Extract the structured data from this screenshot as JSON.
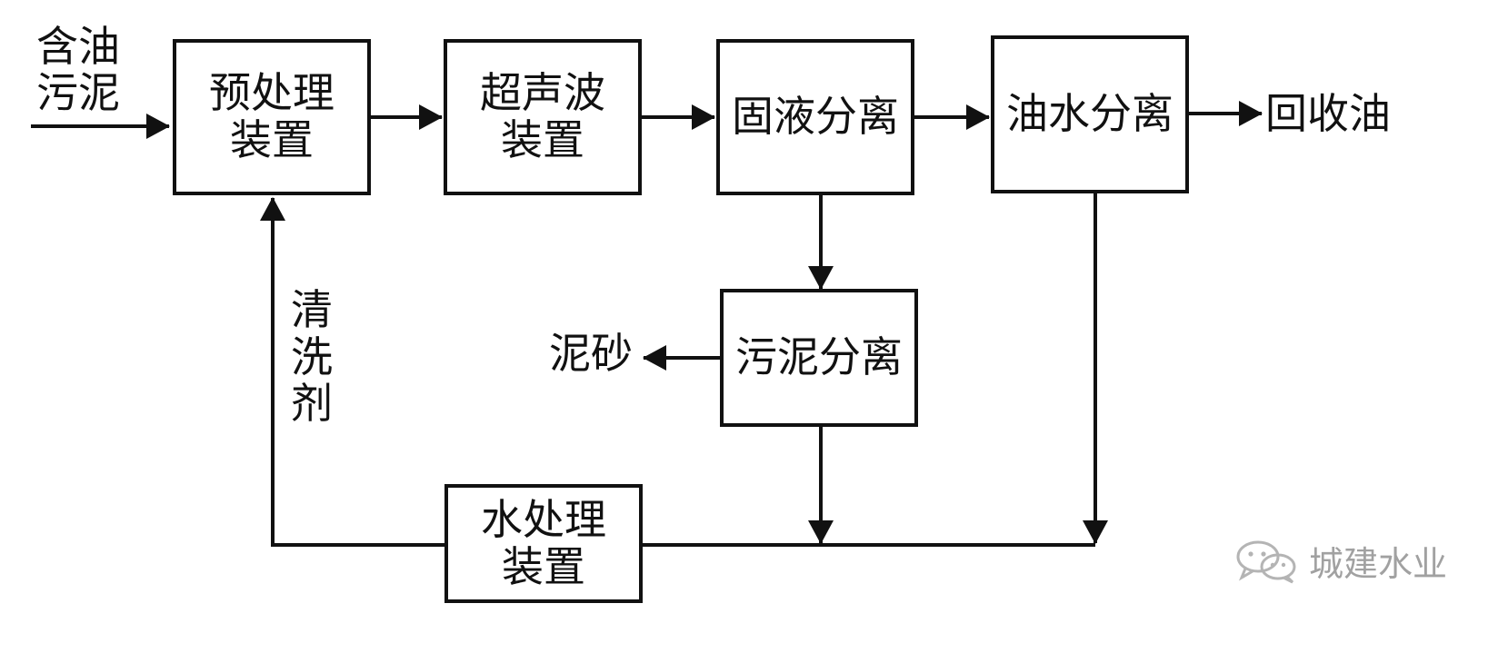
{
  "inputs": {
    "oily_sludge": [
      "含油",
      "污泥"
    ]
  },
  "boxes": {
    "pretreatment": [
      "预处理",
      "装置"
    ],
    "ultrasonic": [
      "超声波",
      "装置"
    ],
    "solid_liquid": "固液分离",
    "oil_water": "油水分离",
    "sludge_separation": "污泥分离",
    "water_treatment": [
      "水处理",
      "装置"
    ]
  },
  "outputs": {
    "recovered_oil": "回收油",
    "mud_sand": "泥砂"
  },
  "side_labels": {
    "cleaning_agent": [
      "清",
      "洗",
      "剂"
    ]
  },
  "watermark": {
    "text": "城建水业",
    "icon": "wechat-icon"
  },
  "colors": {
    "line": "#111111",
    "background": "#ffffff"
  }
}
